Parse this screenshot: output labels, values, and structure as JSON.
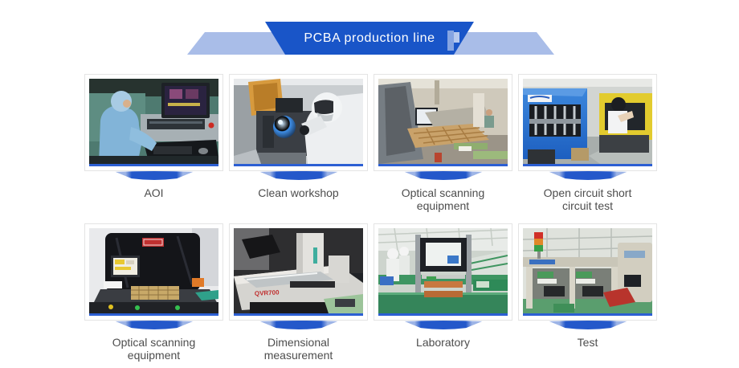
{
  "banner": {
    "title": "PCBA production line",
    "colors": {
      "dark_blue": "#1955c8",
      "light_blue": "#a9bde8"
    }
  },
  "tiles": [
    {
      "caption": "AOI"
    },
    {
      "caption": "Clean workshop"
    },
    {
      "caption": "Optical scanning equipment"
    },
    {
      "caption": "Open circuit short circuit test"
    },
    {
      "caption": "Optical scanning equipment"
    },
    {
      "caption": "Dimensional measurement"
    },
    {
      "caption": "Laboratory"
    },
    {
      "caption": "Test"
    }
  ],
  "photo_labels": {
    "dimensional_machine_model": "QVR700"
  }
}
